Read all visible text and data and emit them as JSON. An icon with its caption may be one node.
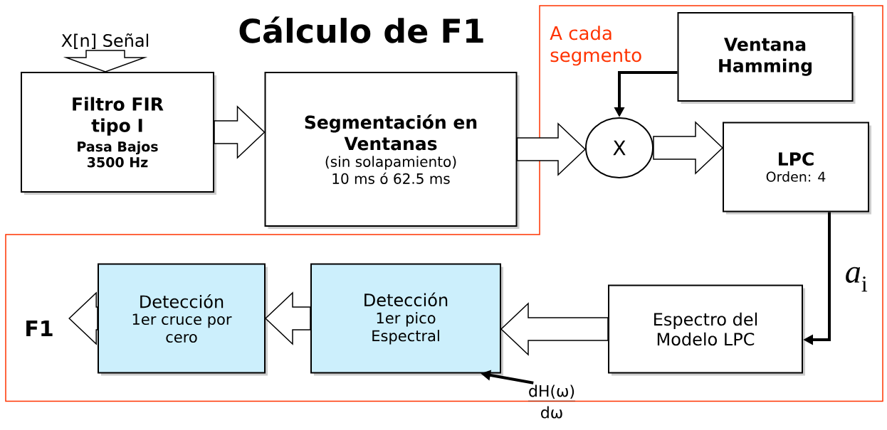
{
  "diagram": {
    "title": "Cálculo de F1",
    "nodes": [
      {
        "text": [
          "Filtro FIR tipo I",
          "Pasa Bajos 3500 Hz"
        ]
      },
      {
        "text": [
          "Segmentación en Ventanas",
          "(sin solapamiento) 10 ms ó 62.5 ms"
        ]
      },
      {
        "text": [
          "A cada segmento"
        ]
      },
      {
        "text": [
          "Ventana Hamming"
        ],
        "in": 2
      },
      {
        "text": [
          "X"
        ],
        "in": 2
      },
      {
        "text": [
          "LPC",
          "Orden: 4"
        ],
        "in": 2
      },
      {
        "text": [
          "Espectro del Modelo LPC"
        ],
        "in": 2
      },
      {
        "text": [
          "Detección",
          "1er pico Espectral"
        ],
        "in": 2
      },
      {
        "text": [
          "Detección",
          "1er cruce por cero"
        ],
        "in": 2
      },
      {
        "text": [
          "F1"
        ],
        "in": 2
      },
      {
        "text": [
          "X[n] Señal"
        ]
      },
      {
        "text": [
          "dH(ω)",
          "dω"
        ]
      }
    ],
    "edges": [
      {
        "from": 10,
        "to": 0,
        "arrow": "to",
        "style": "thick"
      },
      {
        "from": 0,
        "to": 1,
        "arrow": "to",
        "style": "thick"
      },
      {
        "from": 1,
        "to": 4,
        "arrow": "to",
        "style": "thick"
      },
      {
        "from": 3,
        "to": 4,
        "arrow": "to"
      },
      {
        "from": 4,
        "to": 5,
        "arrow": "to",
        "style": "thick"
      },
      {
        "from": 5,
        "to": 6,
        "arrow": "to",
        "label": "*a*$_{i}$"
      },
      {
        "from": 6,
        "to": 7,
        "arrow": "to",
        "style": "thick"
      },
      {
        "from": 7,
        "to": 8,
        "arrow": "to",
        "style": "thick"
      },
      {
        "from": 8,
        "to": 9,
        "arrow": "to",
        "style": "thick"
      },
      {
        "from": 11,
        "to": 7,
        "arrow": "to"
      }
    ]
  }
}
